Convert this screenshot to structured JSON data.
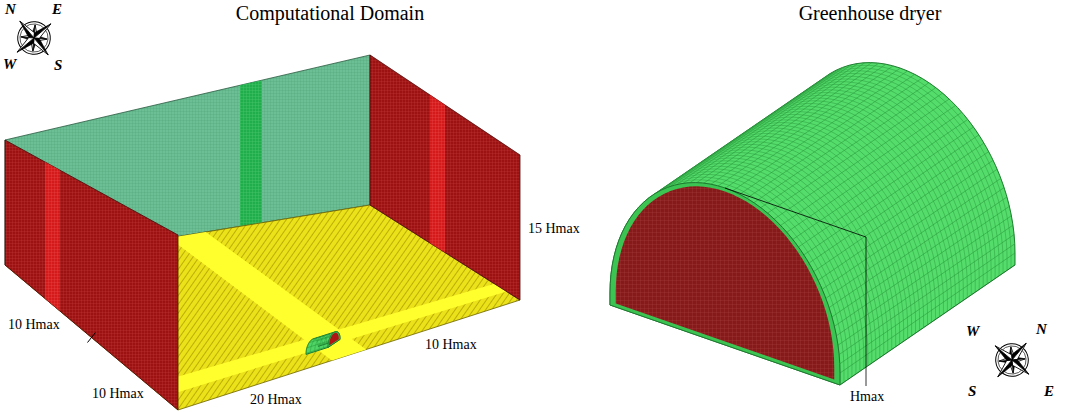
{
  "diagram": {
    "labels": [
      "N",
      "E",
      "W",
      "S",
      "Computational Domain",
      "Greenhouse dryer",
      "15 Hmax",
      "10 Hmax",
      "10 Hmax",
      "20 Hmax",
      "10 Hmax",
      "Hmax",
      "W",
      "N",
      "S",
      "E"
    ]
  }
}
